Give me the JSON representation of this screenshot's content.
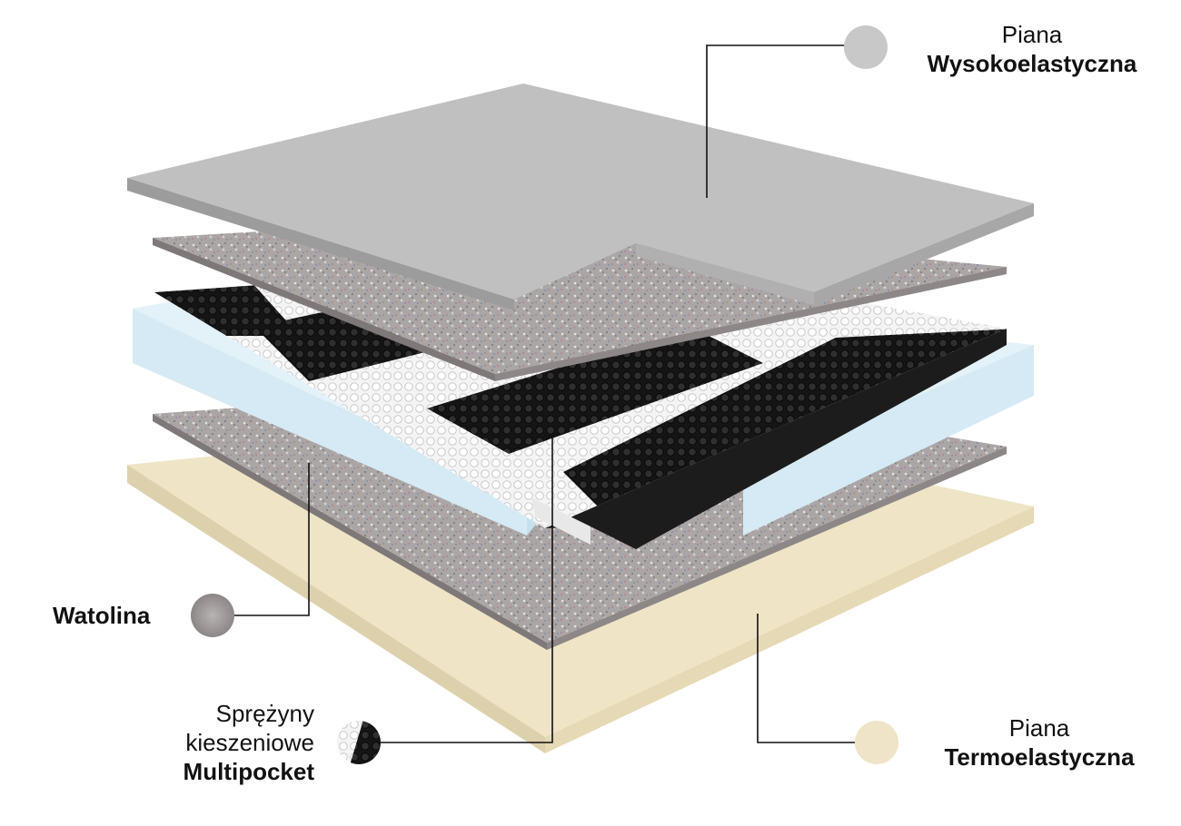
{
  "labels": {
    "top_foam": {
      "line1": "Piana",
      "line2": "Wysokoelastyczna",
      "swatch_color": "#c8c8c8"
    },
    "bottom_foam": {
      "line1": "Piana",
      "line2": "Termoelastyczna",
      "swatch_color": "#efe4c8"
    },
    "felt": {
      "text": "Watolina",
      "swatch_color": "#9a9696"
    },
    "springs": {
      "line1": "Sprężyny",
      "line2": "kieszeniowe",
      "line3": "Multipocket"
    }
  },
  "colors": {
    "top_foam": "#b9b9b9",
    "felt": "#a9a4a4",
    "spring_white": "#f2f2f2",
    "spring_black": "#1a1a1a",
    "frame": "#ddeef6",
    "bottom_foam": "#eee2c2",
    "leader_line": "#111111"
  }
}
